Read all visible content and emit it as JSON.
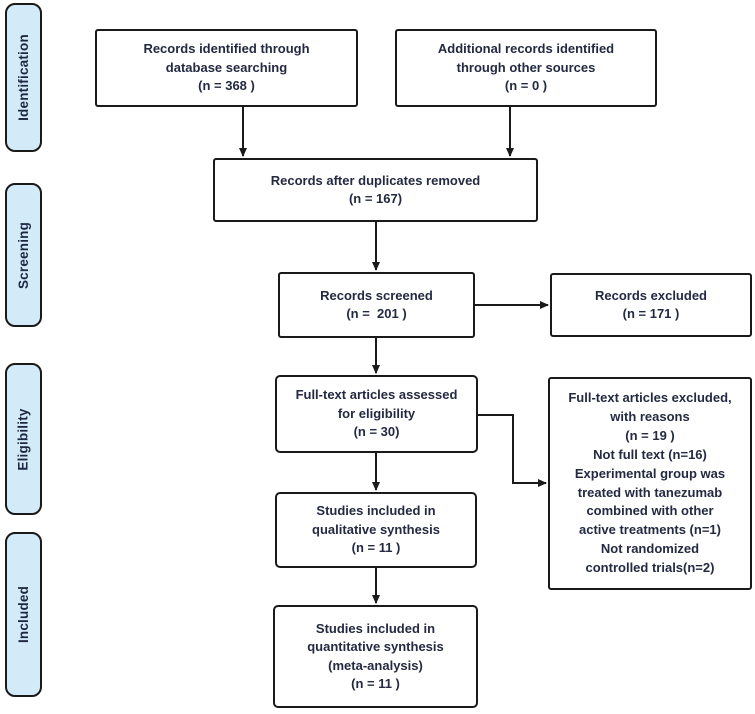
{
  "colors": {
    "stage_fill": "#d3eaf8",
    "stage_border": "#1a1a1a",
    "box_fill": "#ffffff",
    "box_border": "#1a1a1a",
    "text": "#232a42",
    "arrow": "#1a1a1a"
  },
  "sidebar": {
    "stages": [
      {
        "label": "Identification"
      },
      {
        "label": "Screening"
      },
      {
        "label": "Eligibility"
      },
      {
        "label": "Included"
      }
    ]
  },
  "boxes": {
    "identified_database": {
      "line1": "Records identified through",
      "line2": "database searching",
      "line3": "(n = 368 )"
    },
    "other_sources": {
      "line1": "Additional records identified",
      "line2": "through other sources",
      "line3": "(n = 0 )"
    },
    "duplicates_removed": {
      "line1": "Records after duplicates removed",
      "line2": "(n = 167)"
    },
    "records_screened": {
      "line1": "Records screened",
      "line2": "(n =  201 )"
    },
    "records_excluded": {
      "line1": "Records excluded",
      "line2": "(n = 171 )"
    },
    "fulltext_assessed": {
      "line1": "Full-text articles assessed",
      "line2": "for eligibility",
      "line3": "(n = 30)"
    },
    "fulltext_excluded": {
      "line1": "Full-text articles excluded,",
      "line2": "with reasons",
      "line3": "(n = 19 )",
      "line4": "Not full text (n=16)",
      "line5": "Experimental group was",
      "line6": "treated with tanezumab",
      "line7": "combined with other",
      "line8": "active treatments (n=1)",
      "line9": "Not randomized",
      "line10": "controlled trials(n=2)"
    },
    "qualitative_synthesis": {
      "line1": "Studies included in",
      "line2": "qualitative synthesis",
      "line3": "(n = 11 )"
    },
    "quantitative_synthesis": {
      "line1": "Studies included in",
      "line2": "quantitative synthesis",
      "line3": "(meta-analysis)",
      "line4": "(n = 11 )"
    }
  }
}
